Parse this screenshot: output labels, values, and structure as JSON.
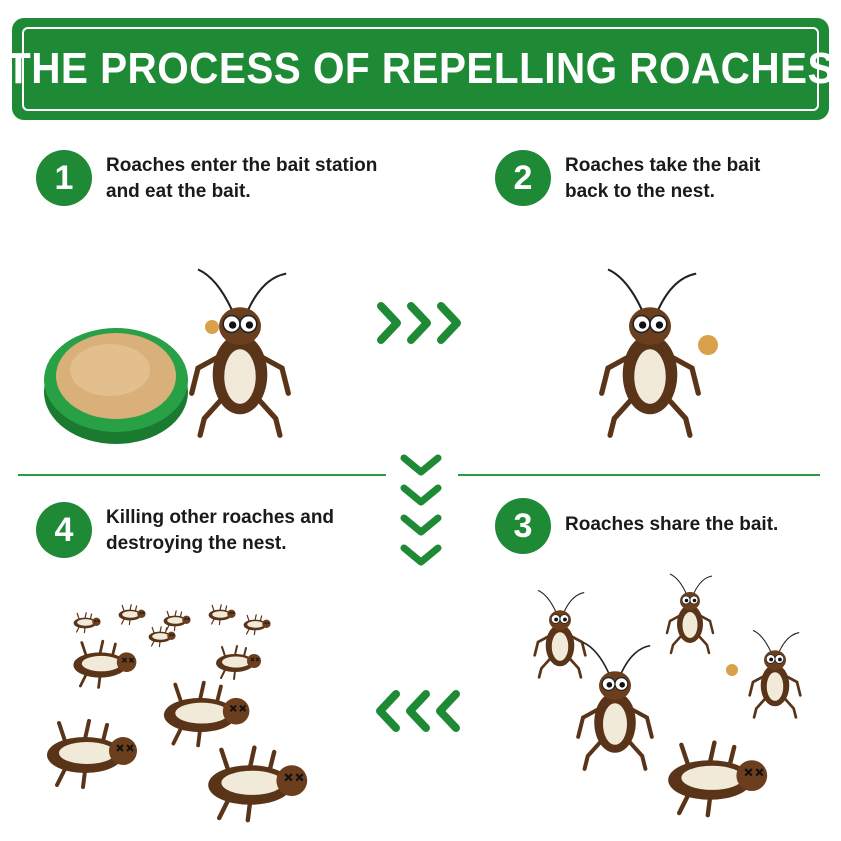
{
  "title": "THE PROCESS OF REPELLING ROACHES",
  "steps": [
    {
      "number": "1",
      "text": "Roaches enter the bait station and eat the bait."
    },
    {
      "number": "2",
      "text": "Roaches take the bait back to the nest."
    },
    {
      "number": "3",
      "text": "Roaches share the bait."
    },
    {
      "number": "4",
      "text": "Killing other roaches and destroying the nest."
    }
  ],
  "colors": {
    "brand_green": "#1f8a36",
    "roach_brown": "#5a3418",
    "bait": "#d9b07a"
  },
  "icons": [
    "chevron-right-icon",
    "chevron-down-icon",
    "chevron-left-icon",
    "roach-icon",
    "bait-station-icon"
  ]
}
